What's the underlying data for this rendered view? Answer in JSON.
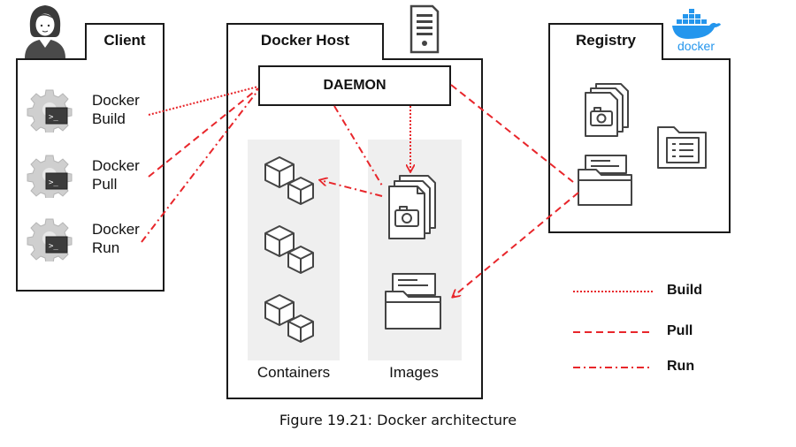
{
  "client": {
    "title": "Client",
    "commands": [
      {
        "line1": "Docker",
        "line2": "Build"
      },
      {
        "line1": "Docker",
        "line2": "Pull"
      },
      {
        "line1": "Docker",
        "line2": "Run"
      }
    ]
  },
  "host": {
    "title": "Docker Host",
    "daemon": "DAEMON",
    "containers_label": "Containers",
    "images_label": "Images"
  },
  "registry": {
    "title": "Registry",
    "logo_text": "docker"
  },
  "legend": {
    "items": [
      {
        "label": "Build",
        "style": "dotted"
      },
      {
        "label": "Pull",
        "style": "dashed"
      },
      {
        "label": "Run",
        "style": "dash-dot"
      }
    ]
  },
  "caption": "Figure 19.21: Docker architecture",
  "colors": {
    "arrow": "#e8262b",
    "border": "#1a1a1a",
    "panel": "#efefef",
    "icon": "#555555",
    "docker_blue": "#2496ed"
  },
  "icons": [
    "user-avatar-icon",
    "gear-terminal-icon",
    "server-tower-icon",
    "docker-whale-icon",
    "cube-icon",
    "image-stack-icon",
    "folder-icon",
    "document-folder-icon"
  ]
}
